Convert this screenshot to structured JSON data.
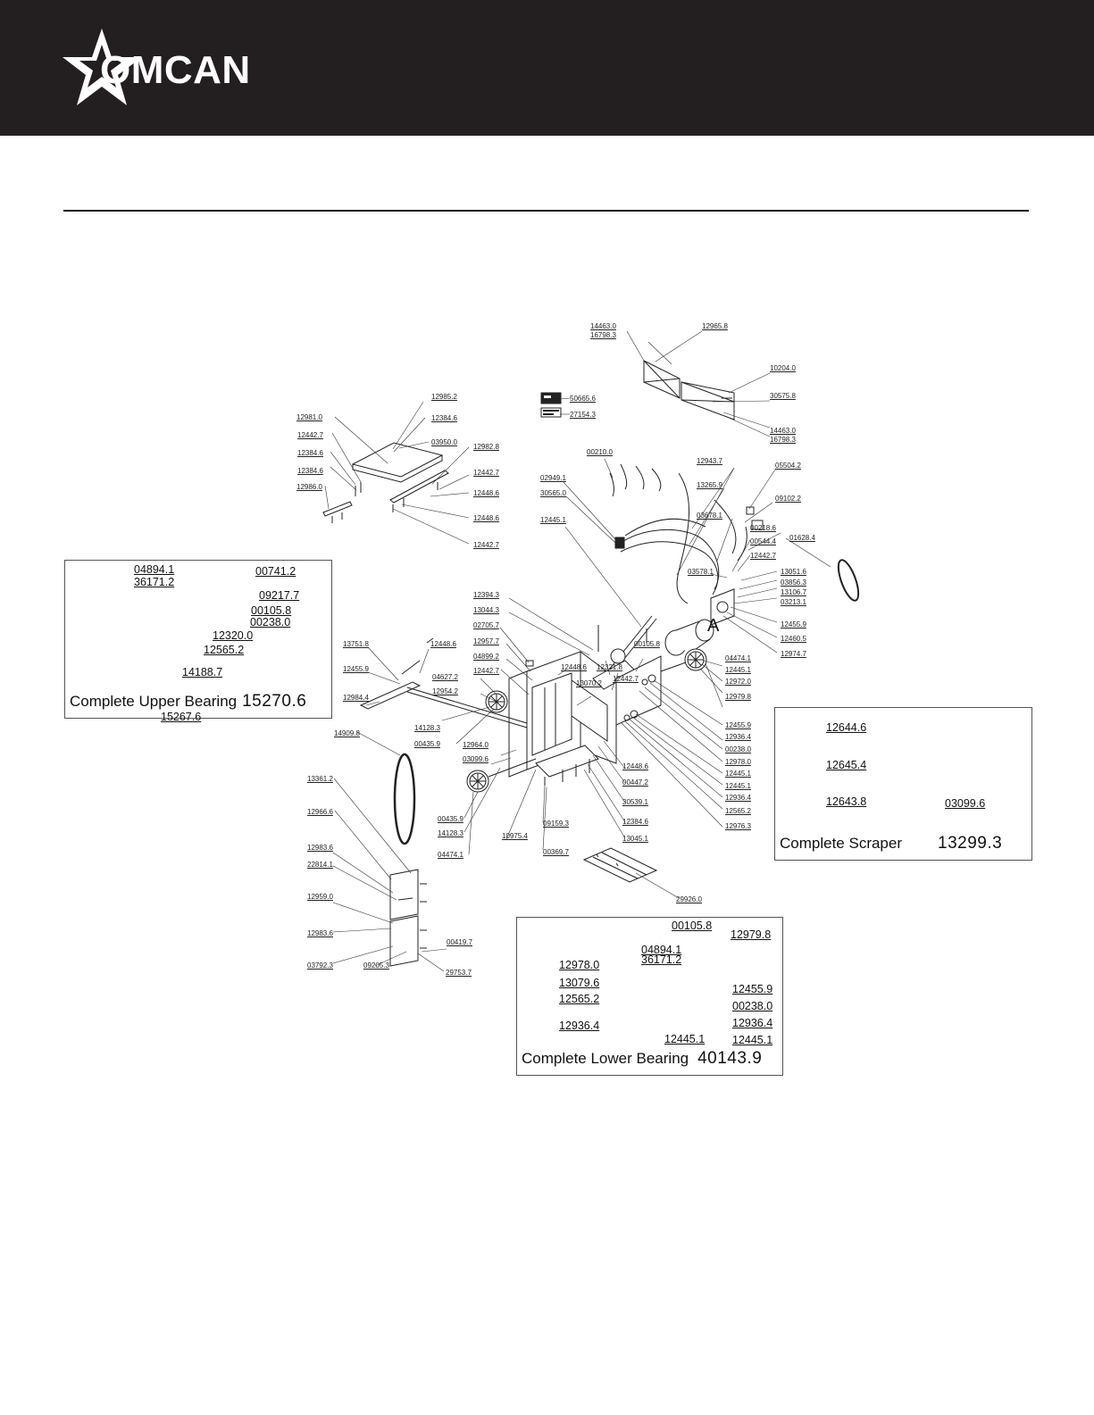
{
  "brand": {
    "name": "OMCAN",
    "bar_color": "#231f20"
  },
  "insets": {
    "upper": {
      "title": "Complete Upper Bearing",
      "code": "15270.6"
    },
    "scraper": {
      "title": "Complete Scraper",
      "code": "13299.3"
    },
    "lower": {
      "title": "Complete Lower Bearing",
      "code": "40143.9"
    }
  },
  "label_A": "A",
  "callouts": {
    "top_guard": [
      "14463.0",
      "16798.3",
      "12965.8",
      "10204.0",
      "30575.8",
      "14463.0",
      "16798.3"
    ],
    "stickers": [
      "50665.6",
      "27154.3"
    ],
    "top_table": [
      "12985.2",
      "12384.6",
      "03950.0",
      "12981.0",
      "12442.7",
      "12384.6",
      "12384.6",
      "12986.0",
      "12982.8",
      "12442.7",
      "12448.6",
      "12448.6",
      "12442.7"
    ],
    "wiring": [
      "00210.0",
      "12943.7",
      "05504.2",
      "13265.9",
      "09102.2",
      "02949.1",
      "30565.0",
      "03678.1",
      "00218.6",
      "12445.1",
      "01628.4",
      "00544.4",
      "12442.7",
      "13051.6",
      "03578.1",
      "03856.3",
      "13106.7",
      "03213.1",
      "12455.9",
      "12460.5",
      "12974.7"
    ],
    "main_frame": [
      "12394.3",
      "13044.3",
      "02705.7",
      "12957.7",
      "04899.2",
      "12442.7",
      "12448.6",
      "12321.8",
      "12442.7",
      "00105.8",
      "04474.1",
      "12445.1",
      "12972.0",
      "12979.8",
      "13070.2",
      "13751.8",
      "12448.6",
      "12455.9",
      "04627.2",
      "12954.2",
      "12984.4",
      "14128.3",
      "00435.9",
      "12964.0",
      "03099.6",
      "12455.9",
      "12936.4",
      "00238.0",
      "12978.0",
      "12445.1",
      "12445.1",
      "12936.4",
      "12565.2",
      "12976.3",
      "12448.6",
      "00447.2",
      "30539.1",
      "12384.6",
      "13045.1",
      "00435.9",
      "09159.3",
      "14128.3",
      "10975.4",
      "04474.1",
      "00369.7",
      "29926.0"
    ],
    "left_assembly": [
      "14909.8",
      "13361.2",
      "12966.6",
      "12983.6",
      "22814.1",
      "12959.0",
      "12983.6",
      "00419.7",
      "03792.3",
      "09205.3",
      "29753.7"
    ],
    "upper_bearing": [
      "04894.1",
      "36171.2",
      "00741.2",
      "09217.7",
      "00105.8",
      "00238.0",
      "12320.0",
      "12565.2",
      "14188.7",
      "15267.6"
    ],
    "scraper": [
      "12644.6",
      "12645.4",
      "12643.8",
      "03099.6"
    ],
    "lower_bearing": [
      "00105.8",
      "12979.8",
      "04894.1",
      "36171.2",
      "12978.0",
      "13079.6",
      "12565.2",
      "12936.4",
      "12455.9",
      "00238.0",
      "12936.4",
      "12445.1",
      "12445.1"
    ]
  }
}
